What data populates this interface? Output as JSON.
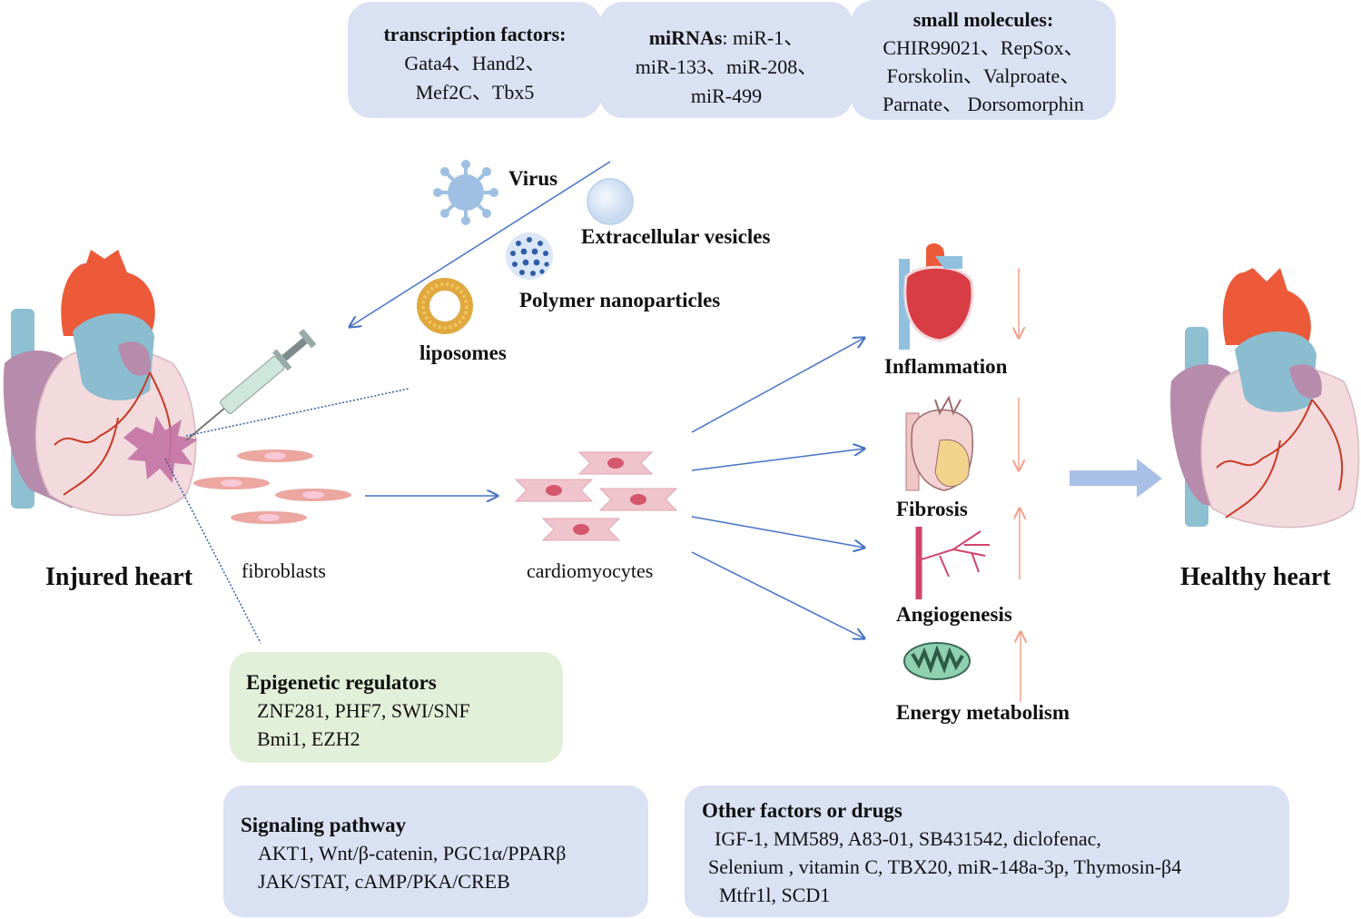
{
  "top_boxes": {
    "transcription_factors": {
      "title": "transcription factors:",
      "lines": [
        "Gata4、Hand2、",
        "Mef2C、Tbx5"
      ]
    },
    "mirnas": {
      "title": "miRNAs",
      "title_suffix": ": miR-1、",
      "lines": [
        "miR-133、miR-208、",
        "miR-499"
      ]
    },
    "small_molecules": {
      "title": "small molecules:",
      "lines": [
        "CHIR99021、RepSox、",
        "Forskolin、Valproate、",
        "Parnate、 Dorsomorphin"
      ]
    }
  },
  "delivery": {
    "virus": "Virus",
    "extracellular_vesicles": "Extracellular vesicles",
    "polymer_nanoparticles": "Polymer nanoparticles",
    "liposomes": "liposomes"
  },
  "hearts": {
    "injured": "Injured heart",
    "healthy": "Healthy heart"
  },
  "cells": {
    "fibroblasts": "fibroblasts",
    "cardiomyocytes": "cardiomyocytes"
  },
  "outcomes": [
    {
      "label": "Inflammation",
      "direction": "down"
    },
    {
      "label": "Fibrosis",
      "direction": "down"
    },
    {
      "label": "Angiogenesis",
      "direction": "up"
    },
    {
      "label": "Energy metabolism",
      "direction": "up"
    }
  ],
  "epigenetic": {
    "title": "Epigenetic regulators",
    "up": "ZNF281, PHF7, SWI/SNF",
    "down": "Bmi1, EZH2"
  },
  "signaling": {
    "title": "Signaling pathway",
    "up": "AKT1, Wnt/β-catenin, PGC1α/PPARβ",
    "down": "JAK/STAT, cAMP/PKA/CREB"
  },
  "other": {
    "title": "Other factors or drugs",
    "up_line1": "IGF-1, MM589, A83-01, SB431542, diclofenac,",
    "up_line2": "Selenium , vitamin C, TBX20, miR-148a-3p, Thymosin-β4",
    "down": "Mtfr1l, SCD1"
  },
  "colors": {
    "box_blue": "#d9e1f3",
    "box_green": "#e2efd9",
    "arrow_blue": "#4472c4",
    "arrow_salmon": "#f4a08c",
    "up_arrow": "#ffd966",
    "down_arrow": "#c397ae",
    "big_arrow": "#a9c0e6"
  }
}
